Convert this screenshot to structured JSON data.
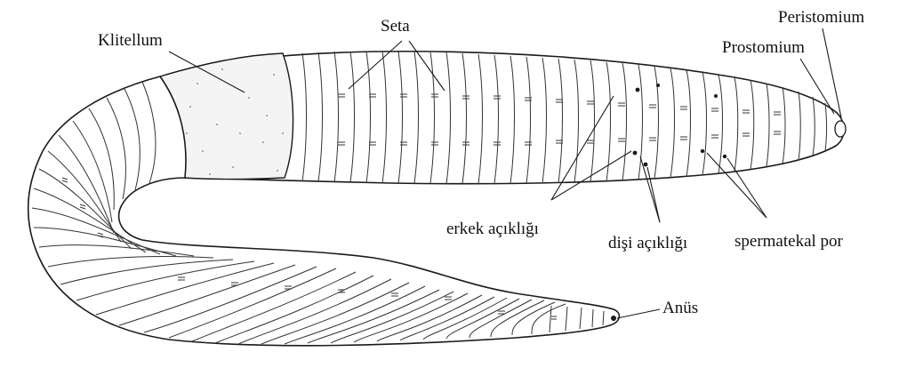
{
  "labels": {
    "klitellum": "Klitellum",
    "seta": "Seta",
    "peristomium": "Peristomium",
    "prostomium": "Prostomium",
    "erkek_aciklik": "erkek açıklığı",
    "disi_aciklik": "dişi açıklığı",
    "spermatekal_por": "spermatekal por",
    "anus": "Anüs"
  },
  "colors": {
    "line": "#1a1a1a",
    "body_fill": "#ffffff",
    "clitellum_fill": "#f4f4f4",
    "background": "#ffffff"
  }
}
